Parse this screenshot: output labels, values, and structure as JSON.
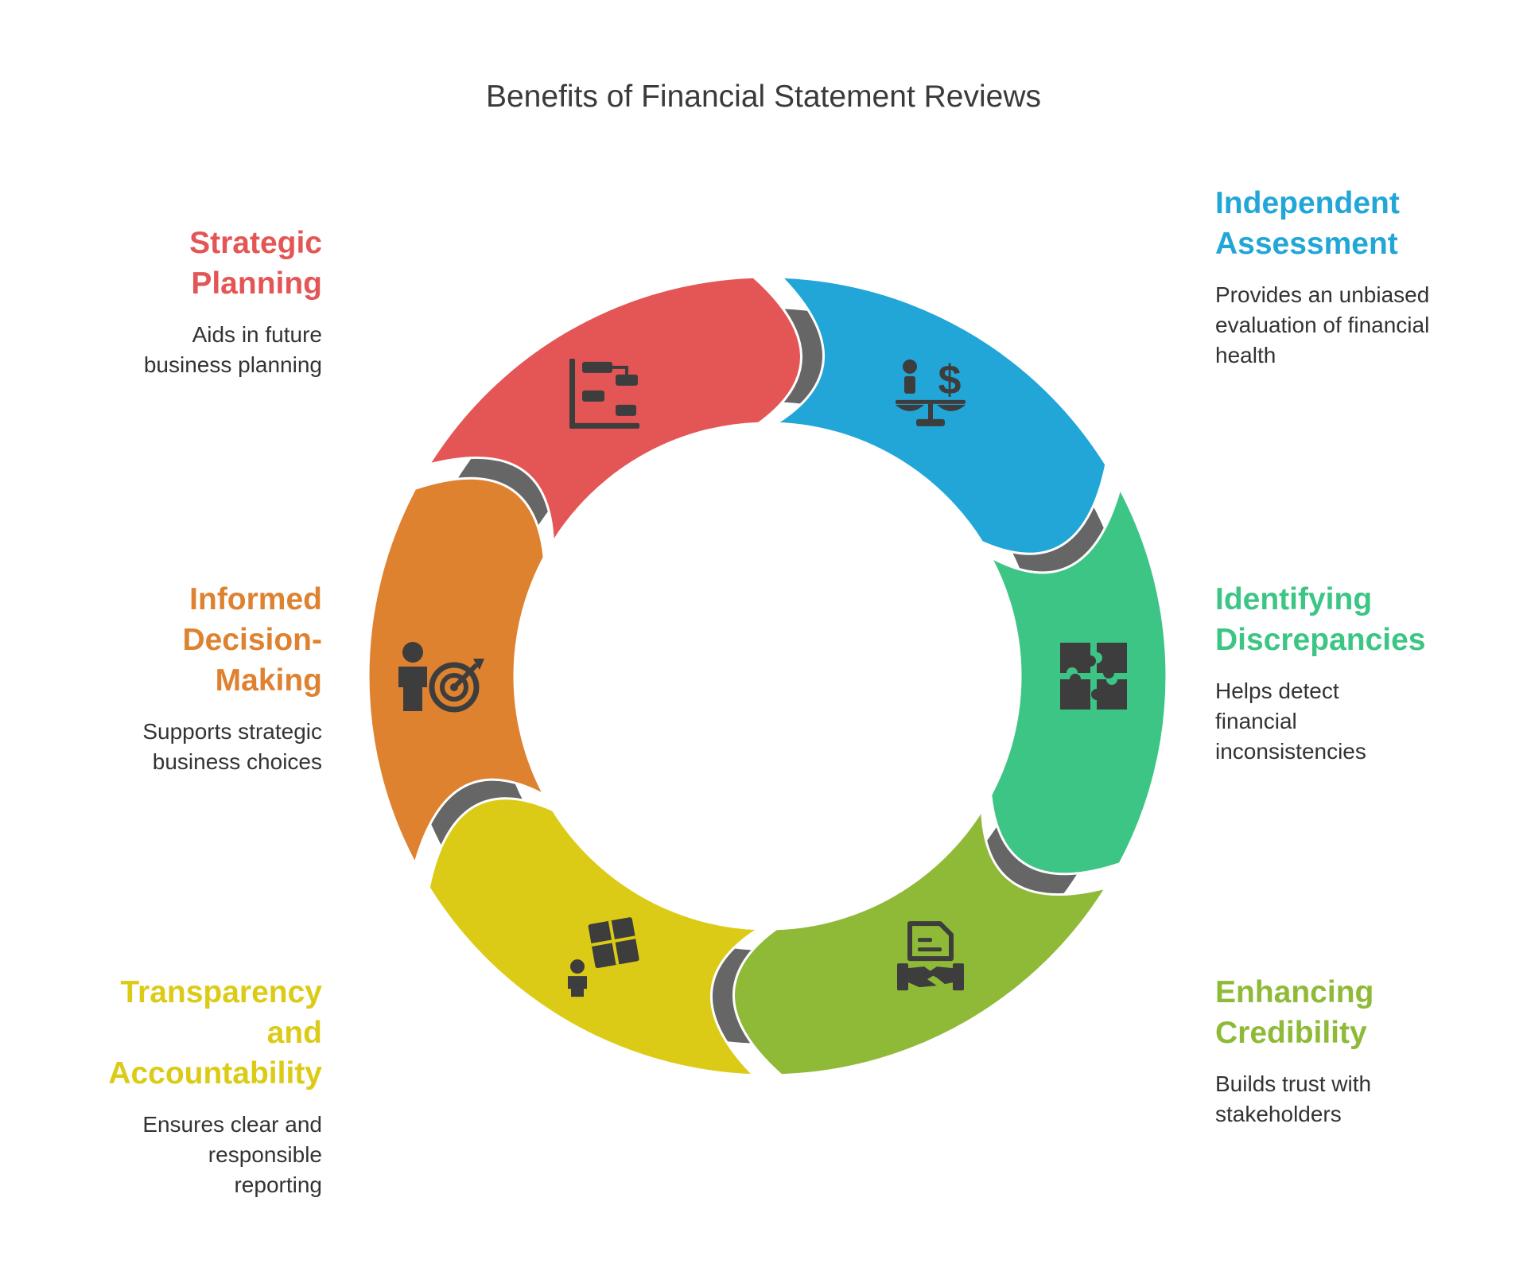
{
  "title": "Benefits of Financial Statement Reviews",
  "ring_color": "#666666",
  "items": [
    {
      "key": "independent",
      "title": "Independent Assessment",
      "description": "Provides an unbiased evaluation of financial health",
      "color": "#22a6d8",
      "icon": "scale-person-dollar-icon"
    },
    {
      "key": "discrepancies",
      "title": "Identifying Discrepancies",
      "description": "Helps detect financial inconsistencies",
      "color": "#3cc585",
      "icon": "puzzle-icon"
    },
    {
      "key": "credibility",
      "title": "Enhancing Credibility",
      "description": "Builds trust with stakeholders",
      "color": "#8fba38",
      "icon": "handshake-document-icon"
    },
    {
      "key": "transparency",
      "title": "Transparency and Accountability",
      "description": "Ensures clear and responsible reporting",
      "color": "#dccb16",
      "icon": "person-box-icon"
    },
    {
      "key": "decision",
      "title": "Informed Decision-Making",
      "description": "Supports strategic business choices",
      "color": "#de8230",
      "icon": "person-target-icon"
    },
    {
      "key": "strategic",
      "title": "Strategic Planning",
      "description": "Aids in future business planning",
      "color": "#e35655",
      "icon": "gantt-chart-icon"
    }
  ]
}
